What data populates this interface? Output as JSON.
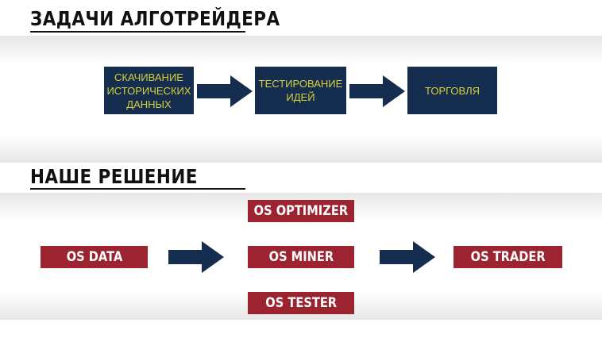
{
  "sections": {
    "tasks_heading": "ЗАДАЧИ АЛГОТРЕЙДЕРА",
    "solution_heading": "НАШЕ РЕШЕНИЕ"
  },
  "tasks": [
    {
      "label": "СКАЧИВАНИЕ\nИСТОРИЧЕСКИХ\nДАННЫХ"
    },
    {
      "label": "ТЕСТИРОВАНИЕ\nИДЕЙ"
    },
    {
      "label": "ТОРГОВЛЯ"
    }
  ],
  "solution": {
    "data": "OS DATA",
    "optimizer": "OS OPTIMIZER",
    "miner": "OS MINER",
    "tester": "OS TESTER",
    "trader": "OS TRADER"
  },
  "colors": {
    "navy": "#152d4f",
    "task_text": "#d9cf3a",
    "red": "#9b2430",
    "solution_text": "#ffffff"
  }
}
